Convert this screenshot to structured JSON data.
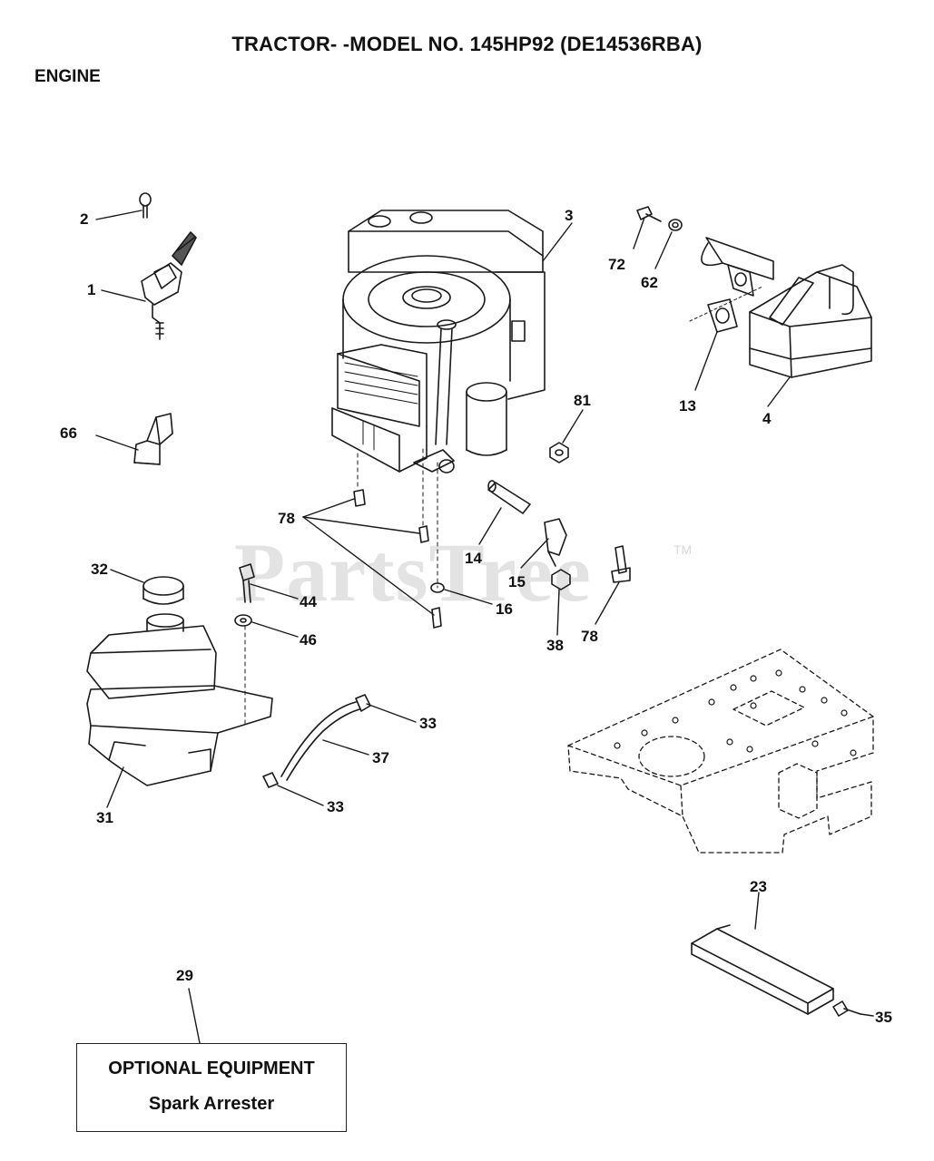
{
  "header": {
    "title": "TRACTOR- -MODEL NO. 145HP92 (DE14536RBA)",
    "section": "ENGINE"
  },
  "watermark": {
    "text": "PartsTree",
    "mark": "TM"
  },
  "callouts": {
    "c1": "1",
    "c2": "2",
    "c3": "3",
    "c4": "4",
    "c13": "13",
    "c14": "14",
    "c15": "15",
    "c16": "16",
    "c23": "23",
    "c29": "29",
    "c31": "31",
    "c32": "32",
    "c33a": "33",
    "c33b": "33",
    "c35": "35",
    "c37": "37",
    "c38": "38",
    "c44": "44",
    "c46": "46",
    "c62": "62",
    "c66": "66",
    "c72": "72",
    "c78a": "78",
    "c78b": "78",
    "c81": "81"
  },
  "optional_box": {
    "title": "OPTIONAL EQUIPMENT",
    "item": "Spark Arrester"
  }
}
